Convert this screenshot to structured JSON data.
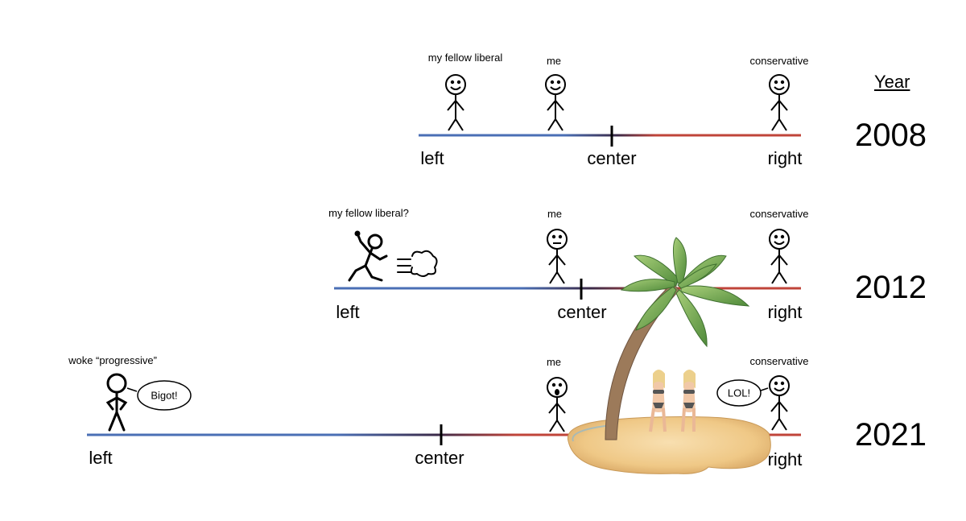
{
  "header": {
    "year_label": "Year"
  },
  "timelines": [
    {
      "year": "2008",
      "left_label": "left",
      "center_label": "center",
      "right_label": "right",
      "figures": [
        {
          "label": "my fellow liberal"
        },
        {
          "label": "me"
        },
        {
          "label": "conservative"
        }
      ]
    },
    {
      "year": "2012",
      "left_label": "left",
      "center_label": "center",
      "right_label": "right",
      "figures": [
        {
          "label": "my fellow liberal?"
        },
        {
          "label": "me"
        },
        {
          "label": "conservative"
        }
      ]
    },
    {
      "year": "2021",
      "left_label": "left",
      "center_label": "center",
      "right_label": "right",
      "figures": [
        {
          "label": "woke “progressive”",
          "speech": "Bigot!"
        },
        {
          "label": "me"
        },
        {
          "label": "conservative",
          "speech": "LOL!"
        }
      ]
    }
  ],
  "colors": {
    "left": "#4a6fb5",
    "middle": "#3b2a48",
    "right": "#c0443a"
  }
}
